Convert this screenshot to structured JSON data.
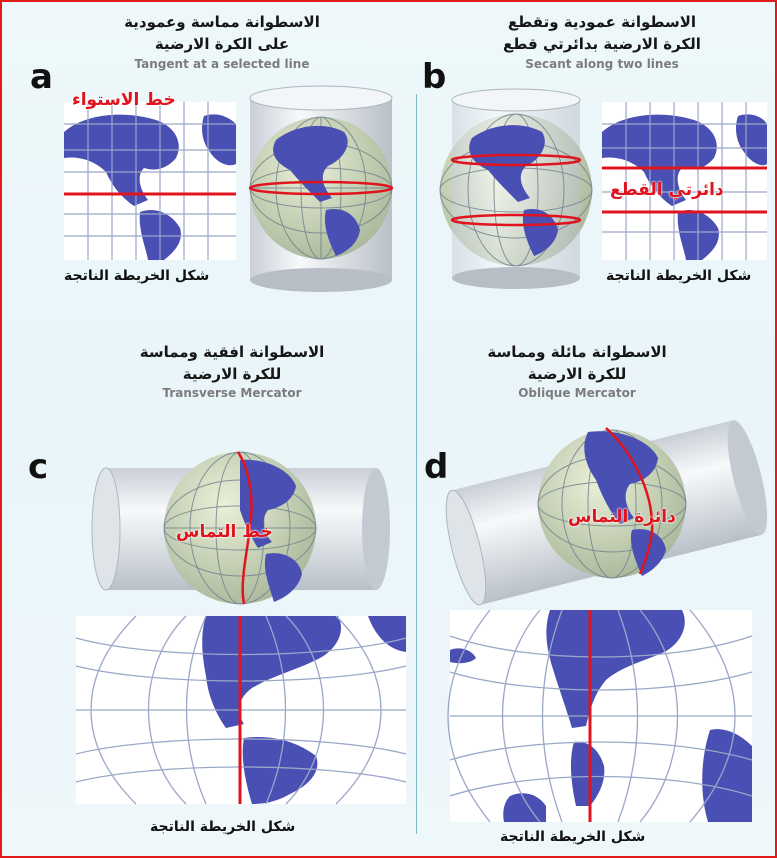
{
  "panels": {
    "a": {
      "letter": "a",
      "title_ar_1": "الاسطوانة مماسة وعمودية",
      "title_ar_2": "على الكرة الارضية",
      "title_en": "Tangent at a selected line",
      "line_label": "خط الاستواء",
      "map_caption": "شكل الخريطة الناتجة"
    },
    "b": {
      "letter": "b",
      "title_ar_1": "الاسطوانة عمودية وتقطع",
      "title_ar_2": "الكرة الارضية بدائرتي قطع",
      "title_en": "Secant along two lines",
      "line_label": "دائرتي القطع",
      "map_caption": "شكل الخريطة الناتجة"
    },
    "c": {
      "letter": "c",
      "title_ar_1": "الاسطوانة افقية ومماسة",
      "title_ar_2": "للكرة الارضية",
      "title_en": "Transverse Mercator",
      "line_label": "خط التماس",
      "map_caption": "شكل الخريطة الناتجة"
    },
    "d": {
      "letter": "d",
      "title_ar_1": "الاسطوانة مائلة ومماسة",
      "title_ar_2": "للكرة الارضية",
      "title_en": "Oblique Mercator",
      "line_label": "دائرة التماس",
      "map_caption": "شكل الخريطة الناتجة"
    }
  },
  "colors": {
    "frame_border": "#e21b1b",
    "tangent_line": "#e0141e",
    "land": "#4a4fb3",
    "graticule": "#9aa7c8",
    "cylinder": "#eef2f5"
  }
}
